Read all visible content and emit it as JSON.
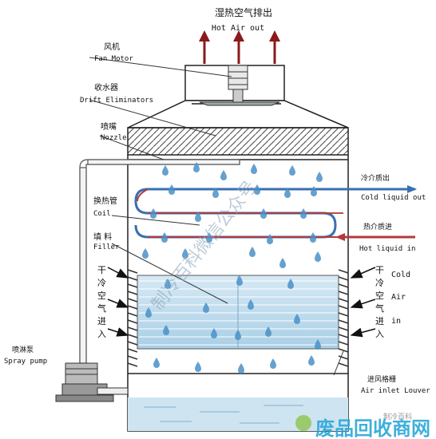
{
  "outlet": {
    "cn": "湿热空气排出",
    "en": "Hot Air out"
  },
  "labels": {
    "fan_cn": "风机",
    "fan_en": "Fan Motor",
    "drift_cn": "收水器",
    "drift_en": "Drift Eliminators",
    "nozzle_cn": "喷嘴",
    "nozzle_en": "Nozzle",
    "coil_cn": "换热管",
    "coil_en": "Coil",
    "filler_cn": "填 料",
    "filler_en": "Filler",
    "pump_cn": "喷淋泵",
    "pump_en": "Spray pump",
    "louver_cn": "进风格栅",
    "louver_en": "Air inlet Louver"
  },
  "liquid": {
    "out_cn": "冷介质出",
    "out_en": "Cold liquid out",
    "in_cn": "热介质进",
    "in_en": "Hot liquid in"
  },
  "air_in": {
    "left_chars": [
      "干",
      "冷",
      "空",
      "气",
      "进",
      "入"
    ],
    "right_chars": [
      "干",
      "冷",
      "空",
      "气",
      "进",
      "入"
    ],
    "en_1": "Cold",
    "en_2": "Air",
    "en_3": "in"
  },
  "watermark": {
    "diag": "制冷百科微信公众号",
    "footer": "废品回收商网",
    "footer_small": "制冷百科"
  },
  "colors": {
    "water": "#9ecae1",
    "drop": "#4a90c8",
    "hot": "#b33a3a",
    "cold": "#3b6fb0",
    "arrow": "#8b1a1a"
  }
}
